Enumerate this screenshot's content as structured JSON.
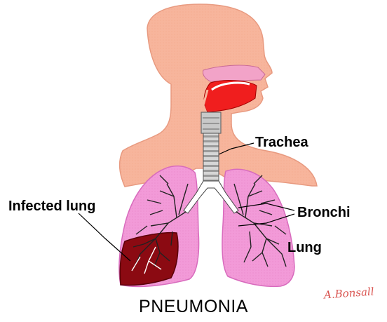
{
  "title": "PNEUMONIA",
  "labels": {
    "trachea": "Trachea",
    "bronchi": "Bronchi",
    "lung": "Lung",
    "infected_lung": "Infected lung"
  },
  "signature": "A.Bonsall",
  "colors": {
    "skin": "#f7b59c",
    "skin_stroke": "#e89a80",
    "lung": "#f29ad8",
    "lung_stroke": "#d86bbd",
    "infected": "#8b0a12",
    "mouth": "#f01e1e",
    "nasal": "#f2a3c8",
    "trachea": "#c9c9c9"
  }
}
